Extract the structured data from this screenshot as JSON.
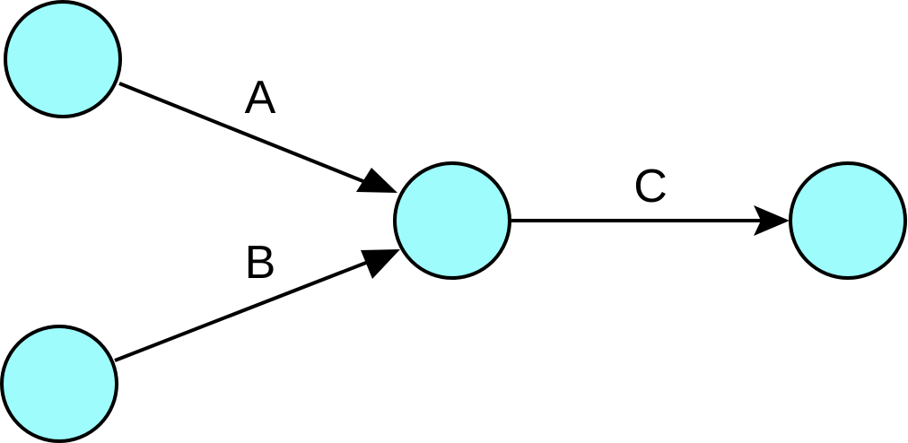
{
  "diagram": {
    "node_fill": "#9efcfc",
    "stroke_color": "#000000",
    "nodes": [
      {
        "id": "n1"
      },
      {
        "id": "n2"
      },
      {
        "id": "n3"
      },
      {
        "id": "n4"
      },
      {
        "id": "n5"
      }
    ],
    "edges": [
      {
        "from": "n1",
        "to": "n3",
        "label": "A"
      },
      {
        "from": "n2",
        "to": "n3",
        "label": "B"
      },
      {
        "from": "n3",
        "to": "n5",
        "label": "C"
      }
    ]
  }
}
